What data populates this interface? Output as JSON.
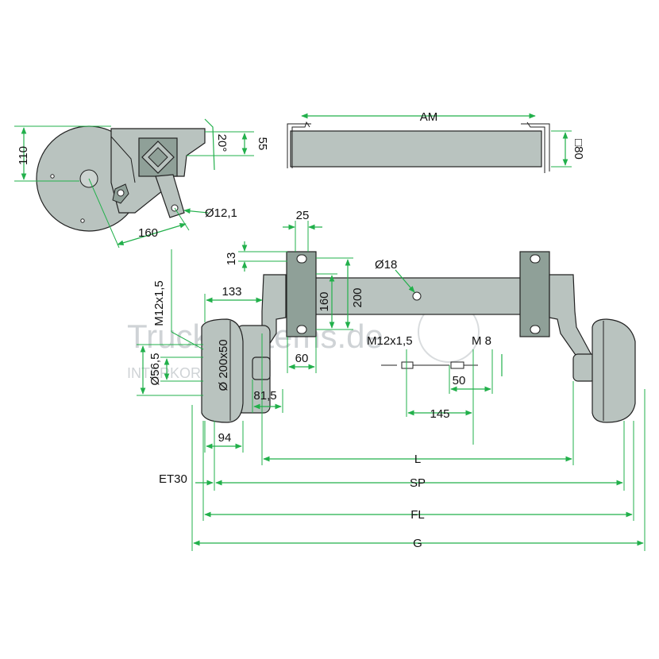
{
  "watermark": {
    "line1": "TruckSystems.de",
    "line2": "INTERKORP GmbH"
  },
  "colors": {
    "dimension": "#22b04b",
    "part": "#b9c3bf",
    "part_dark": "#8fa098",
    "outline": "#222222"
  },
  "side_view": {
    "dim_110": "110",
    "dim_55": "55",
    "angle": "20°",
    "hole": "Ø12,1",
    "dim_160": "160"
  },
  "top_view": {
    "dim_am": "AM",
    "profile": "□80"
  },
  "front_view": {
    "dim_25": "25",
    "dim_13": "13",
    "hole_18": "Ø18",
    "dim_160_v": "160",
    "dim_200_v": "200",
    "thread_m12": "M12x1,5",
    "dim_133": "133",
    "drum": "Ø 200x50",
    "bore": "Ø56,5",
    "dim_60": "60",
    "dim_81_5": "81,5",
    "cable_thread": "M12x1,5",
    "cable_m8": "M 8",
    "dim_50": "50",
    "dim_145": "145",
    "dim_94": "94",
    "dim_l": "L",
    "offset": "ET30",
    "dim_sp": "SP",
    "dim_fl": "FL",
    "dim_g": "G"
  }
}
